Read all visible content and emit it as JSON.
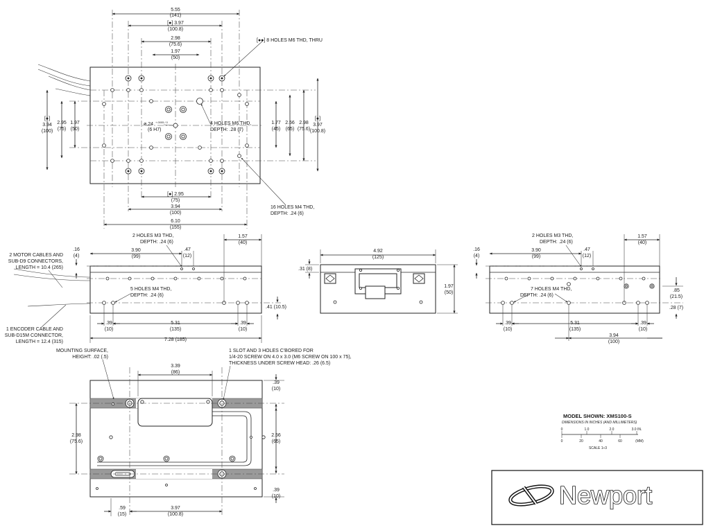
{
  "top_view": {
    "dim_555": "5.55",
    "dim_555_mm": "(141)",
    "dim_397": "[●] 3.97",
    "dim_397_mm": "(100.8)",
    "dim_298": "2.98",
    "dim_298_mm": "(75.6)",
    "dim_197": "1.97",
    "dim_197_mm": "(50)",
    "note_8holes": "[●●] 8 HOLES M6 THD, THRU",
    "note_4holes_1": "4 HOLES M6 THD,",
    "note_4holes_2": "DEPTH: .28 (7)",
    "bore_1": "ø.24",
    "bore_tol": "+.0005 / 0",
    "bore_2": "(6 H7)",
    "left_394": "[●]",
    "left_394b": "3.94",
    "left_394_mm": "(100)",
    "left_295": "2.95",
    "left_295_mm": "(75)",
    "left_197": "1.97",
    "left_197_mm": "(50)",
    "right_177": "1.77",
    "right_177_mm": "(45)",
    "right_256": "2.56",
    "right_256_mm": "(65)",
    "right_298": "2.98",
    "right_298_mm": "(75.6)",
    "right_397": "[●]",
    "right_397b": "3.97",
    "right_397_mm": "(100.8)",
    "bot_295": "[●] 2.95",
    "bot_295_mm": "(75)",
    "bot_394": "3.94",
    "bot_394_mm": "(100)",
    "bot_610": "6.10",
    "bot_610_mm": "(155)",
    "note_16holes_1": "16 HOLES M4 THD,",
    "note_16holes_2": "DEPTH: .24 (6)"
  },
  "side_view": {
    "dim_016": ".16",
    "dim_016_mm": "(4)",
    "note_2holes_1": "2 HOLES M3 THD,",
    "note_2holes_2": "DEPTH: .24 (6)",
    "dim_390": "3.90",
    "dim_390_mm": "(99)",
    "dim_047": ".47",
    "dim_047_mm": "(12)",
    "dim_157": "1.57",
    "dim_157_mm": "(40)",
    "motor_1": "2 MOTOR CABLES AND",
    "motor_2": "SUB-D9 CONNECTORS,",
    "motor_3": "LENGTH = 10.4 (265)",
    "enc_1": "1 ENCODER CABLE AND",
    "enc_2": "SUB-D15M CONNECTOR,",
    "enc_3": "LENGTH = 12.4 (315)",
    "note_5holes_1": "5 HOLES M4 THD,",
    "note_5holes_2": "DEPTH: .24 (6)",
    "dim_041": ".41 (10.5)",
    "dim_039a": ".39",
    "dim_039a_mm": "(10)",
    "dim_531": "5.31",
    "dim_531_mm": "(135)",
    "dim_039b": ".39",
    "dim_039b_mm": "(10)",
    "dim_728": "7.28 (185)"
  },
  "end_view": {
    "dim_492": "4.92",
    "dim_492_mm": "(125)",
    "dim_031": ".31 (8)",
    "dim_197": "1.97",
    "dim_197_mm": "(50)"
  },
  "side_view_2": {
    "dim_016": ".16",
    "dim_016_mm": "(4)",
    "note_2holes_1": "2 HOLES M3 THD,",
    "note_2holes_2": "DEPTH: .24 (6)",
    "dim_390": "3.90",
    "dim_390_mm": "(99)",
    "dim_047": ".47",
    "dim_047_mm": "(12)",
    "dim_157": "1.57",
    "dim_157_mm": "(40)",
    "note_7holes_1": "7 HOLES M4 THD,",
    "note_7holes_2": "DEPTH: .24 (6)",
    "dim_085": ".85",
    "dim_085_mm": "(21.5)",
    "dim_028": ".28 (7)",
    "dim_039a": ".39",
    "dim_039a_mm": "(10)",
    "dim_531": "5.31",
    "dim_531_mm": "(135)",
    "dim_039b": ".39",
    "dim_039b_mm": "(10)",
    "dim_394": "3.94",
    "dim_394_mm": "(100)"
  },
  "bottom_view": {
    "mount_1": "MOUNTING SURFACE,",
    "mount_2": "HEIGHT: .02 (.5)",
    "slot_1": "1 SLOT AND 3 HOLES C'BORED FOR",
    "slot_2": "1/4-20 SCREW ON 4.0 x 3.0 (M6 SCREW ON 100 x 75),",
    "slot_3": "THICKNESS UNDER SCREW HEAD: .26 (6.5)",
    "dim_339": "3.39",
    "dim_339_mm": "(86)",
    "dim_039t": ".39",
    "dim_039t_mm": "(10)",
    "dim_298": "2.98",
    "dim_298_mm": "(75.6)",
    "dim_256": "2.56",
    "dim_256_mm": "(65)",
    "dim_039b": ".39",
    "dim_039b_mm": "(10)",
    "dim_059": ".59",
    "dim_059_mm": "(15)",
    "dim_397": "3.97",
    "dim_397_mm": "(100.8)"
  },
  "legend": {
    "model": "MODEL SHOWN: XMS100-S",
    "units": "DIMENSIONS IN INCHES (AND MILLIMETERS)",
    "in_0": "0",
    "in_1": "1.0",
    "in_2": "2.0",
    "in_3": "3.0 IN.",
    "mm_0": "0",
    "mm_20": "20",
    "mm_40": "40",
    "mm_60": "60",
    "mm_unit": "(MM)",
    "scale": "SCALE 1÷3"
  },
  "brand": {
    "name": "Newport"
  }
}
